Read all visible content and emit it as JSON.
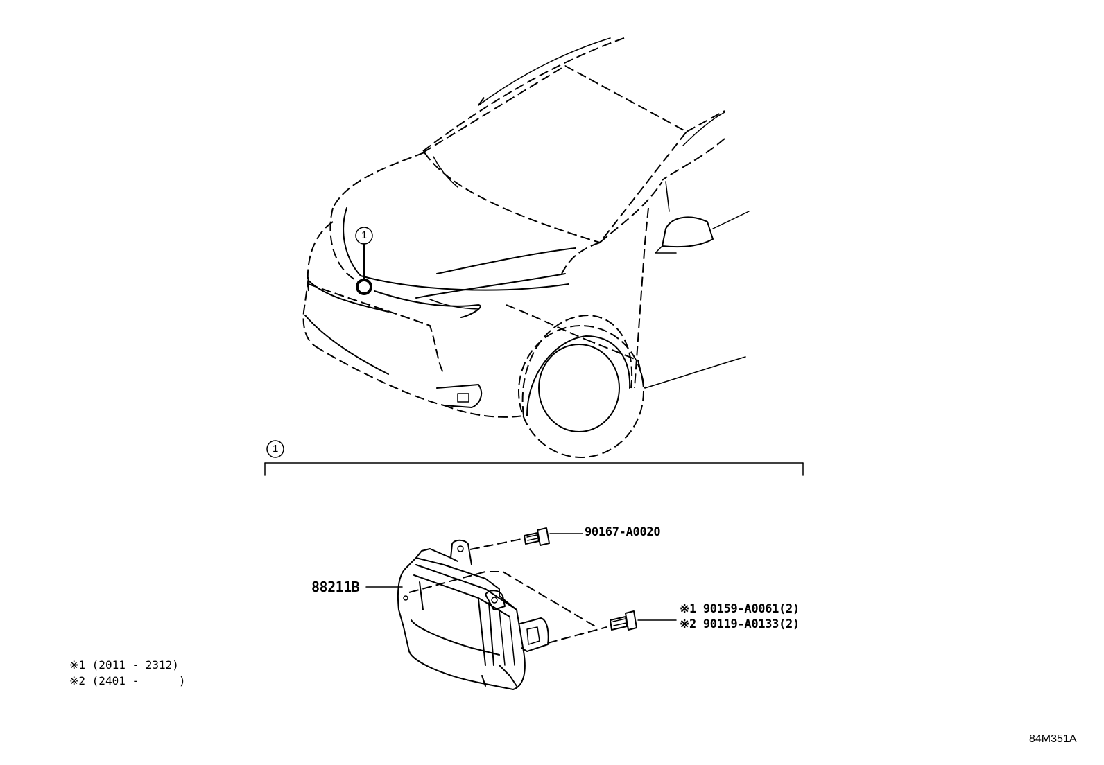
{
  "callout": {
    "number": "1"
  },
  "parts": {
    "module": "88211B",
    "bolt_top": "90167-A0020",
    "bolt_side_1": "※1 90159-A0061(2)",
    "bolt_side_2": "※2 90119-A0133(2)"
  },
  "notes": {
    "note_1": "※1 (2011 - 2312)",
    "note_2": "※2 (2401 -      )"
  },
  "diagram_code": "84M351A"
}
